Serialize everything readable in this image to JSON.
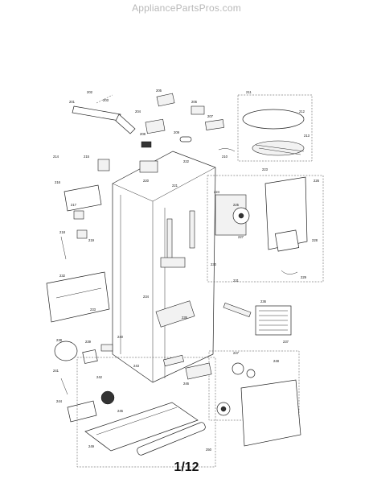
{
  "watermark": "AppliancePartsPros.com",
  "page_number": "1/12",
  "callouts": {
    "c201": "201",
    "c202": "202",
    "c203": "203",
    "c204": "204",
    "c205": "205",
    "c206": "206",
    "c207": "207",
    "c208": "208",
    "c209": "209",
    "c210": "210",
    "c211": "211",
    "c212": "212",
    "c213": "213",
    "c214": "214",
    "c215": "215",
    "c216": "216",
    "c217": "217",
    "c218": "218",
    "c219": "219",
    "c220": "220",
    "c221": "221",
    "c222": "222",
    "c223": "223",
    "c224": "224",
    "c225": "225",
    "c226": "226",
    "c227": "227",
    "c228": "228",
    "c229": "229",
    "c230": "230",
    "c231": "231",
    "c232": "232",
    "c233": "233",
    "c234": "234",
    "c235": "235",
    "c236": "236",
    "c237": "237",
    "c238": "238",
    "c239": "239",
    "c240": "240",
    "c241": "241",
    "c242": "242",
    "c243": "243",
    "c244": "244",
    "c245": "245",
    "c246": "246",
    "c247": "247",
    "c248": "248",
    "c249": "249",
    "c250": "250"
  }
}
